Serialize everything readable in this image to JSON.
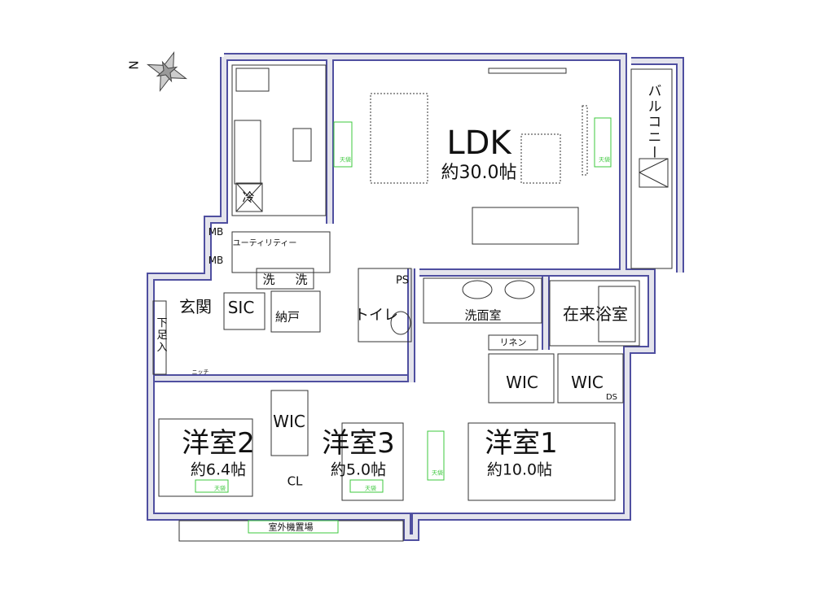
{
  "compass": {
    "north_label": "N"
  },
  "rooms": {
    "ldk": {
      "name": "LDK",
      "area": "約30.0帖"
    },
    "western2": {
      "name": "洋室2",
      "area": "約6.4帖"
    },
    "western3": {
      "name": "洋室3",
      "area": "約5.0帖"
    },
    "western1": {
      "name": "洋室1",
      "area": "約10.0帖"
    },
    "wic_a": "WIC",
    "wic_b": "WIC",
    "wic_c": "WIC",
    "closet": "CL",
    "entrance": "玄関",
    "sic": "SIC",
    "storage": "納戸",
    "utility": "ユーティリティー",
    "washer_1": "洗",
    "washer_2": "洗",
    "mb_1": "MB",
    "mb_2": "MB",
    "toilet": "トイレ",
    "ps": "PS",
    "washroom": "洗面室",
    "bathroom": "在来浴室",
    "linen": "リネン",
    "ds": "DS",
    "shoe_cabinet": "下足入",
    "niche": "ニッチ",
    "fridge": "冷",
    "balcony": "バルコニー",
    "outdoor_unit": "室外機置場",
    "ceiling_storage": "天袋"
  },
  "colors": {
    "wall_outline": "#4f4fa0",
    "wall_fill": "#e4e4ec",
    "ceiling_storage": "#3cc83c"
  }
}
